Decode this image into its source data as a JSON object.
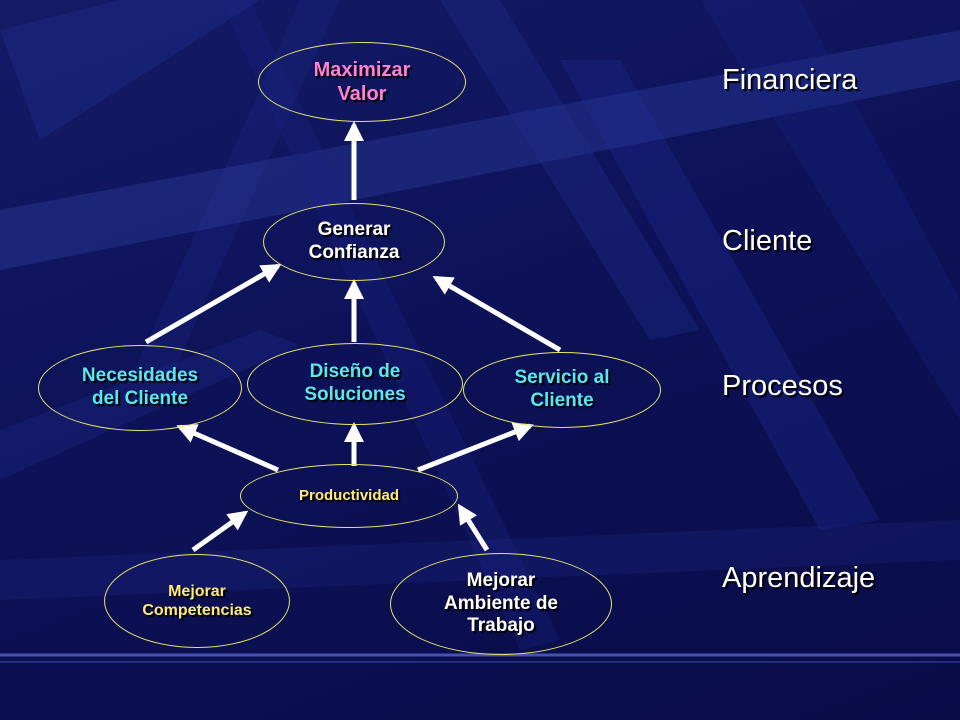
{
  "nodes": {
    "maximizar": [
      "Maximizar",
      "Valor"
    ],
    "generar": [
      "Generar",
      "Confianza"
    ],
    "necesidades": [
      "Necesidades",
      "del Cliente"
    ],
    "diseno": [
      "Diseño de",
      "Soluciones"
    ],
    "servicio": [
      "Servicio al",
      "Cliente"
    ],
    "productividad": "Productividad",
    "competencias": [
      "Mejorar",
      "Competencias"
    ],
    "ambiente": [
      "Mejorar",
      "Ambiente de",
      "Trabajo"
    ]
  },
  "perspectives": {
    "financiera": "Financiera",
    "cliente": "Cliente",
    "procesos": "Procesos",
    "aprendizaje": "Aprendizaje"
  },
  "colors": {
    "background": "#0c0f4e",
    "node_border": "#e8e46a",
    "pink_text": "#ff7fd6",
    "cyan_text": "#58e6f2",
    "yellow_text": "#ffe97a",
    "arrow": "#ffffff"
  }
}
